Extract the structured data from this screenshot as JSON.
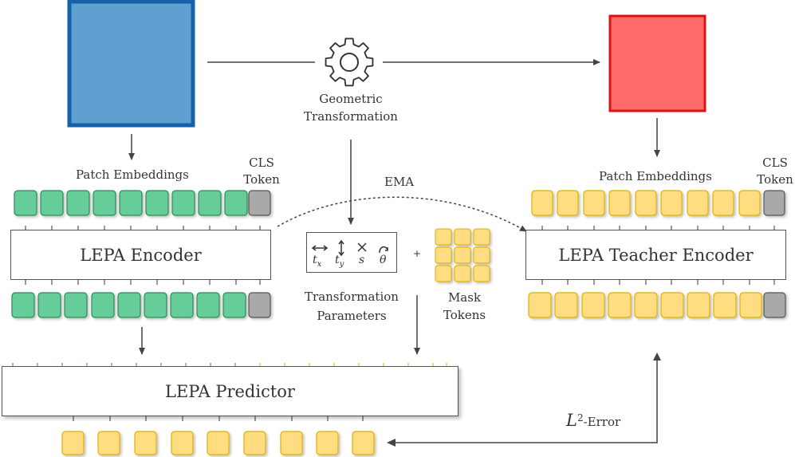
{
  "colors": {
    "source_image": "#5fa0d0",
    "source_border": "#1560a8",
    "target_image": "#ff6b6b",
    "target_border": "#e01010",
    "green_token": "#66cc99",
    "green_border": "#2e8b57",
    "yellow_token": "#ffdd80",
    "yellow_border": "#e0b000",
    "cls_token": "#a9a9a9",
    "cls_border": "#555555",
    "arrow": "#444444"
  },
  "transform": {
    "line1": "Geometric",
    "line2": "Transformation",
    "icon": "gear-icon"
  },
  "left": {
    "patch_label": "Patch Embeddings",
    "cls_line1": "CLS",
    "cls_line2": "Token",
    "encoder": "LEPA Encoder"
  },
  "right": {
    "patch_label": "Patch Embeddings",
    "cls_line1": "CLS",
    "cls_line2": "Token",
    "encoder": "LEPA Teacher Encoder"
  },
  "ema": "EMA",
  "params": {
    "tx": "t",
    "tx_sub": "x",
    "ty": "t",
    "ty_sub": "y",
    "s": "s",
    "theta": "θ",
    "line1": "Transformation",
    "line2": "Parameters"
  },
  "plus": "+",
  "mask": {
    "line1": "Mask",
    "line2": "Tokens"
  },
  "predictor": "LEPA Predictor",
  "loss": {
    "symbol": "L",
    "sup": "2",
    "text": "-Error"
  }
}
